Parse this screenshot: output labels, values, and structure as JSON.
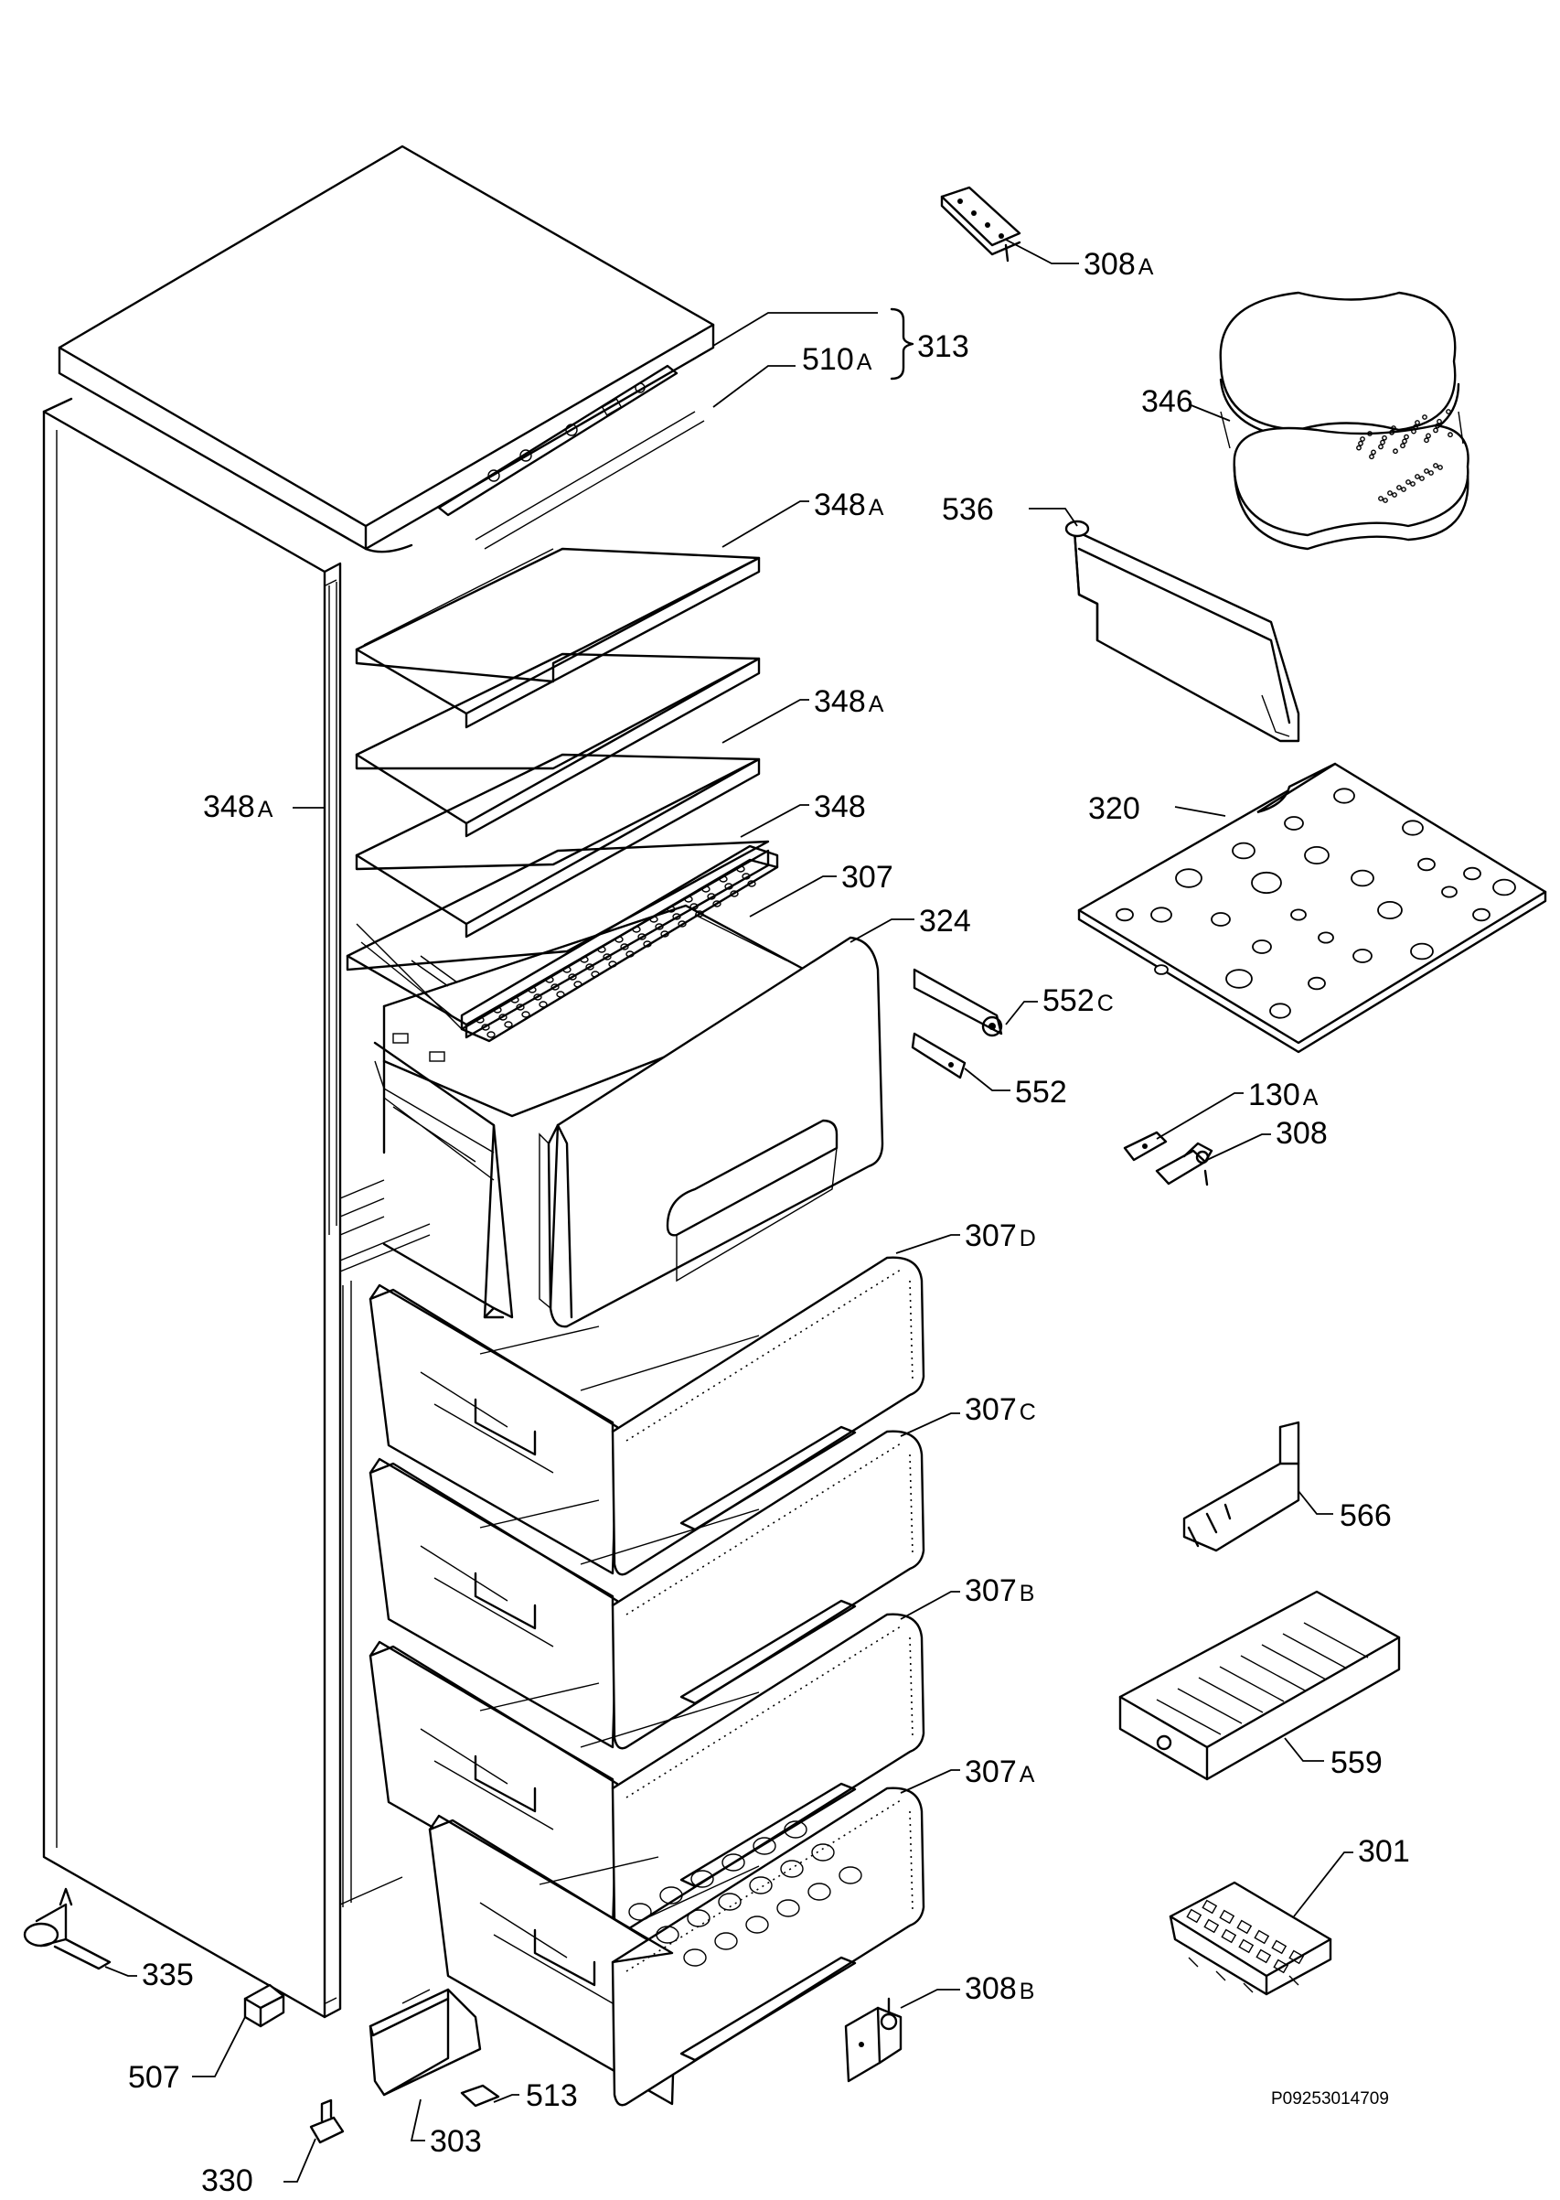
{
  "diagram": {
    "drawing_reference": "P09253014709",
    "part_labels": [
      {
        "id": "308a_top",
        "num": "308",
        "suffix": "A"
      },
      {
        "id": "313",
        "num": "313",
        "suffix": ""
      },
      {
        "id": "510a",
        "num": "510",
        "suffix": "A"
      },
      {
        "id": "346",
        "num": "346",
        "suffix": ""
      },
      {
        "id": "348a_1",
        "num": "348",
        "suffix": "A"
      },
      {
        "id": "536",
        "num": "536",
        "suffix": ""
      },
      {
        "id": "348a_2",
        "num": "348",
        "suffix": "A"
      },
      {
        "id": "348a_left",
        "num": "348",
        "suffix": "A"
      },
      {
        "id": "348",
        "num": "348",
        "suffix": ""
      },
      {
        "id": "320",
        "num": "320",
        "suffix": ""
      },
      {
        "id": "307",
        "num": "307",
        "suffix": ""
      },
      {
        "id": "324",
        "num": "324",
        "suffix": ""
      },
      {
        "id": "552c",
        "num": "552",
        "suffix": "C"
      },
      {
        "id": "552",
        "num": "552",
        "suffix": ""
      },
      {
        "id": "130a",
        "num": "130",
        "suffix": "A"
      },
      {
        "id": "308",
        "num": "308",
        "suffix": ""
      },
      {
        "id": "307d",
        "num": "307",
        "suffix": "D"
      },
      {
        "id": "307c",
        "num": "307",
        "suffix": "C"
      },
      {
        "id": "566",
        "num": "566",
        "suffix": ""
      },
      {
        "id": "307b",
        "num": "307",
        "suffix": "B"
      },
      {
        "id": "559",
        "num": "559",
        "suffix": ""
      },
      {
        "id": "307a",
        "num": "307",
        "suffix": "A"
      },
      {
        "id": "301",
        "num": "301",
        "suffix": ""
      },
      {
        "id": "335",
        "num": "335",
        "suffix": ""
      },
      {
        "id": "308b",
        "num": "308",
        "suffix": "B"
      },
      {
        "id": "507",
        "num": "507",
        "suffix": ""
      },
      {
        "id": "513",
        "num": "513",
        "suffix": ""
      },
      {
        "id": "303",
        "num": "303",
        "suffix": ""
      },
      {
        "id": "330",
        "num": "330",
        "suffix": ""
      }
    ]
  }
}
